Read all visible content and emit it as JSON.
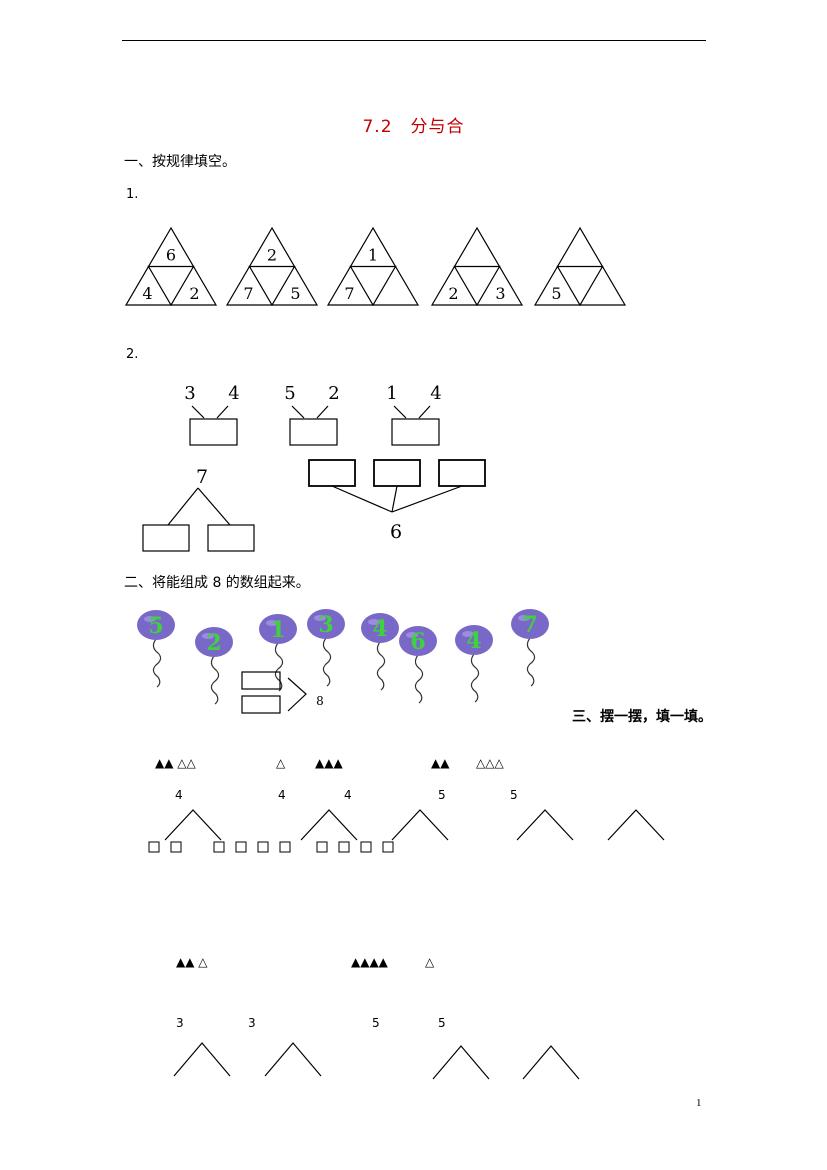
{
  "title": "7.2　分与合",
  "section1": {
    "heading": "一、按规律填空。",
    "q1_label": "1.",
    "q2_label": "2.",
    "triangles": [
      {
        "top": "6",
        "left": "4",
        "right": "2"
      },
      {
        "top": "2",
        "left": "7",
        "right": "5"
      },
      {
        "top": "1",
        "left": "7",
        "right": ""
      },
      {
        "top": "",
        "left": "2",
        "right": "3"
      },
      {
        "top": "",
        "left": "5",
        "right": ""
      }
    ],
    "combine_top": [
      {
        "a": "3",
        "b": "4"
      },
      {
        "a": "5",
        "b": "2"
      },
      {
        "a": "1",
        "b": "4"
      }
    ],
    "split_seven": "7",
    "split_six": "6"
  },
  "section2": {
    "heading": "二、将能组成 8 的数组起来。",
    "balloons": [
      "5",
      "2",
      "1",
      "3",
      "4",
      "6",
      "4",
      "7"
    ],
    "target": "8",
    "balloon_color": "#7a68c8",
    "number_color": "#3fd13f"
  },
  "section3": {
    "heading": "三、摆一摆，填一填。",
    "row1_shapes": [
      "▲▲ △△",
      "△",
      "▲▲▲",
      "▲▲",
      "△△△"
    ],
    "row1_numbers": [
      "4",
      "4",
      "4",
      "5",
      "5"
    ],
    "row2_shapes": [
      "▲▲ △",
      "▲▲▲▲",
      "△"
    ],
    "row2_numbers": [
      "3",
      "3",
      "5",
      "5"
    ]
  },
  "page_number": "1"
}
